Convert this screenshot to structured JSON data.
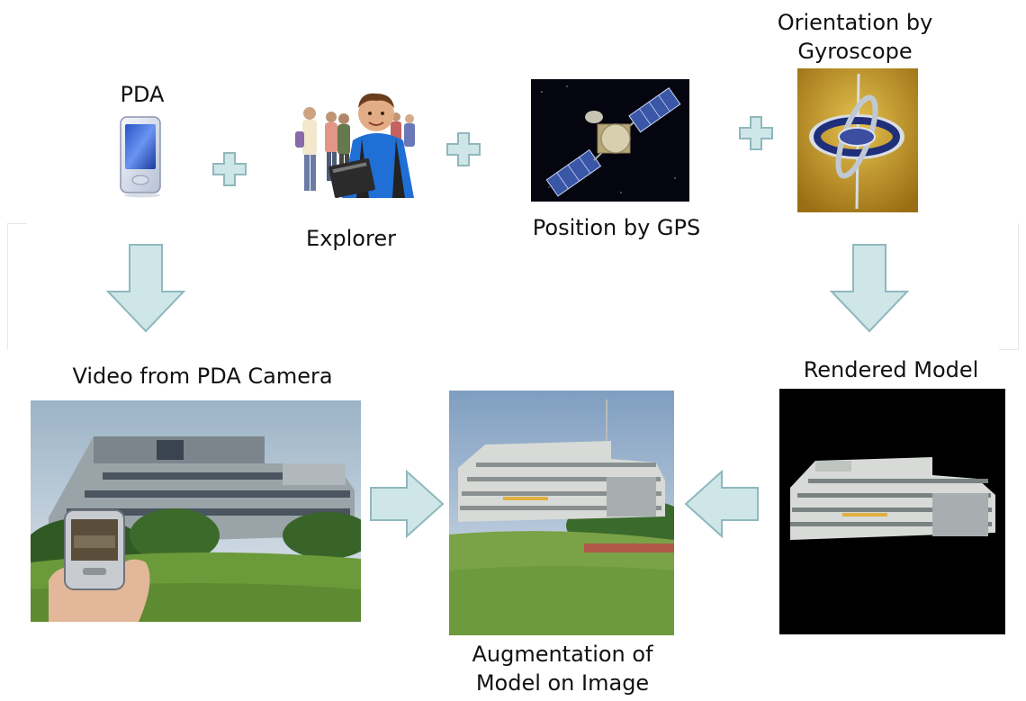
{
  "labels": {
    "pda": "PDA",
    "explorer": "Explorer",
    "gps": "Position by GPS",
    "gyro_line1": "Orientation by",
    "gyro_line2": "Gyroscope",
    "video": "Video from PDA Camera",
    "rendered": "Rendered Model",
    "augment_line1": "Augmentation of",
    "augment_line2": "Model on Image"
  },
  "colors": {
    "arrow_fill": "#cfe6e8",
    "arrow_stroke": "#8fb8bd",
    "rendered_bg": "#000000",
    "space_bg": "#050510",
    "gyro_bg": "#c49a2a"
  },
  "icons": {
    "pda": "pda-device-icon",
    "explorer": "students-photo",
    "gps": "satellite-photo",
    "gyro": "gyroscope-photo",
    "plus": "plus-icon",
    "down_arrow": "down-arrow-icon",
    "right_arrow": "right-arrow-icon",
    "left_arrow": "left-arrow-icon"
  }
}
